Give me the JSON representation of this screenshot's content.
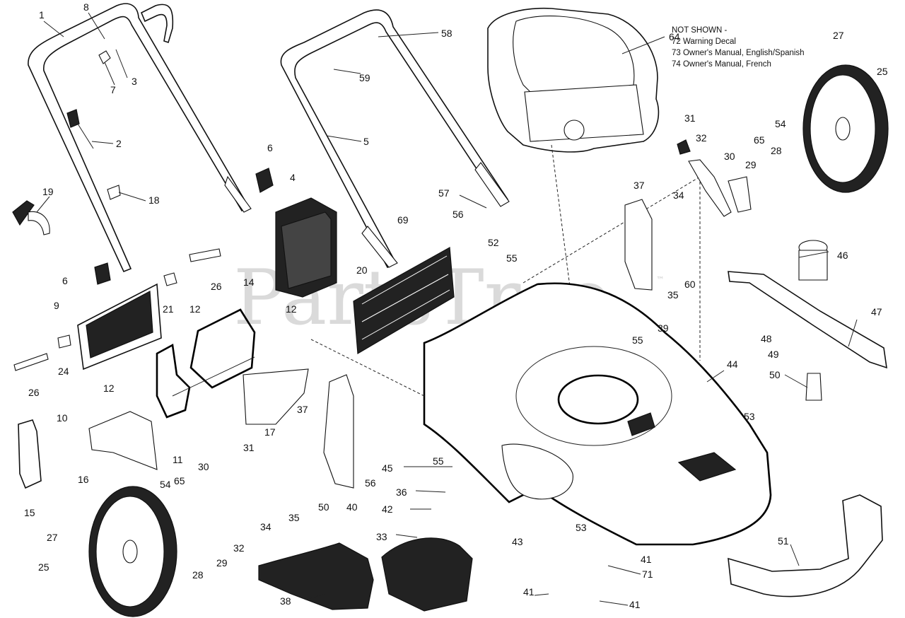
{
  "notes": {
    "heading": "NOT SHOWN -",
    "line1": "72 Warning Decal",
    "line2": "73 Owner's Manual, English/Spanish",
    "line3": "74 Owner's Manual, French"
  },
  "watermark": {
    "text": "PartsTree",
    "mark": "™"
  },
  "callouts": [
    "1",
    "8",
    "3",
    "7",
    "2",
    "19",
    "18",
    "6",
    "6",
    "26",
    "21",
    "9",
    "24",
    "26",
    "12",
    "12",
    "14",
    "4",
    "58",
    "59",
    "5",
    "57",
    "56",
    "69",
    "52",
    "20",
    "55",
    "64",
    "27",
    "25",
    "31",
    "32",
    "30",
    "65",
    "29",
    "28",
    "54",
    "37",
    "34",
    "60",
    "35",
    "39",
    "55",
    "46",
    "47",
    "48",
    "49",
    "50",
    "44",
    "53",
    "12",
    "10",
    "15",
    "16",
    "11",
    "17",
    "31",
    "37",
    "30",
    "65",
    "54",
    "27",
    "25",
    "28",
    "29",
    "32",
    "34",
    "35",
    "50",
    "40",
    "56",
    "45",
    "55",
    "36",
    "42",
    "33",
    "38",
    "43",
    "53",
    "41",
    "71",
    "41",
    "41",
    "51"
  ]
}
